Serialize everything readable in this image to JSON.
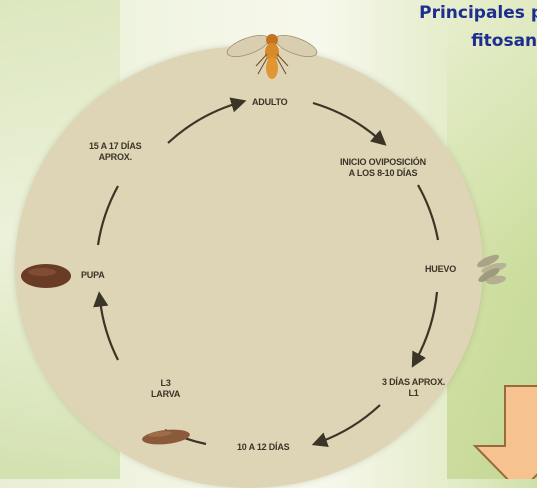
{
  "title": {
    "line1": "Principales p",
    "line2": "fitosani"
  },
  "cycle": {
    "adult": "ADULTO",
    "oviposition_line1": "INICIO OVIPOSICIÓN",
    "oviposition_line2": "A LOS 8-10 DÍAS",
    "egg": "HUEVO",
    "l1_line1": "3 DÍAS APROX.",
    "l1_line2": "L1",
    "larva_days": "10 A 12 DÍAS",
    "l3_line1": "L3",
    "l3_line2": "LARVA",
    "pupa": "PUPA",
    "pupa_days_line1": "15 A 17 DÍAS",
    "pupa_days_line2": "APROX."
  },
  "colors": {
    "title": "#1d2e8f",
    "disc": "#ded4b6",
    "arrow_fill": "#f6c390",
    "arrow_stroke": "#9a6a3c"
  }
}
